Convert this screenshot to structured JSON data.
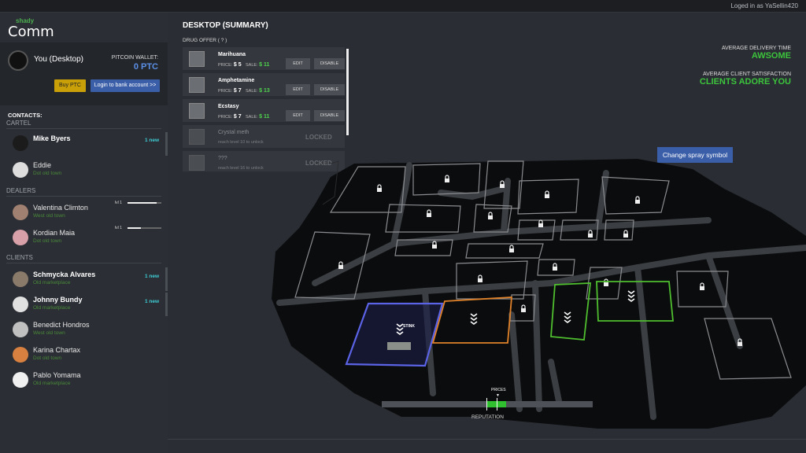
{
  "header": {
    "login_text": "Loged in as YaSellin420"
  },
  "logo": {
    "small": "shady",
    "main": "Comm"
  },
  "me": {
    "name": "You (Desktop)",
    "wallet_label": "PITCOIN WALLET:",
    "wallet_value": "0 PTC",
    "buy_label": "Buy PTC",
    "bank_label": "Login to bank account >>"
  },
  "contacts_title": "CONTACTS:",
  "sections": {
    "cartel": "CARTEL",
    "dealers": "DEALERS",
    "clients": "CLIENTS"
  },
  "cartel": [
    {
      "name": "Mike Byers",
      "location": "",
      "badge": "1 new"
    },
    {
      "name": "Eddie",
      "location": "Dot old town",
      "badge": ""
    }
  ],
  "dealers": [
    {
      "name": "Valentina Climton",
      "location": "West old town",
      "level_label": "lvl 1",
      "level": 0.85
    },
    {
      "name": "Kordian Maia",
      "location": "Dot old town",
      "level_label": "lvl 1",
      "level": 0.4
    }
  ],
  "clients": [
    {
      "name": "Schmycka Alvares",
      "location": "Old marketplace",
      "badge": "1 new"
    },
    {
      "name": "Johnny Bundy",
      "location": "Old marketplace",
      "badge": "1 new"
    },
    {
      "name": "Benedict Hondros",
      "location": "West old town",
      "badge": ""
    },
    {
      "name": "Karina Chartax",
      "location": "Dot old town",
      "badge": ""
    },
    {
      "name": "Pablo Yomama",
      "location": "Old marketplace",
      "badge": ""
    }
  ],
  "main": {
    "title": "DESKTOP (SUMMARY)",
    "offer_label": "DRUG OFFER ( ? )"
  },
  "drugs": [
    {
      "name": "Marihuana",
      "price_label": "PRICE:",
      "price": "$ 5",
      "sale_label": "SALE:",
      "sale": "$ 11",
      "edit": "EDIT",
      "disable": "DISABLE"
    },
    {
      "name": "Amphetamine",
      "price_label": "PRICE:",
      "price": "$ 7",
      "sale_label": "SALE:",
      "sale": "$ 13",
      "edit": "EDIT",
      "disable": "DISABLE"
    },
    {
      "name": "Ecstasy",
      "price_label": "PRICE:",
      "price": "$ 7",
      "sale_label": "SALE:",
      "sale": "$ 11",
      "edit": "EDIT",
      "disable": "DISABLE"
    }
  ],
  "locked_drugs": [
    {
      "name": "Crystal meth",
      "req": "reach level 10 to unlock",
      "status": "LOCKED"
    },
    {
      "name": "???",
      "req": "reach level 16 to unlock",
      "status": "LOCKED"
    }
  ],
  "stats": {
    "delivery_label": "AVERAGE DELIVERY TIME",
    "delivery_value": "AWSOME",
    "satisfaction_label": "AVERAGE CLIENT SATISFACTION",
    "satisfaction_value": "CLIENTS ADORE YOU"
  },
  "spray_label": "Change spray symbol",
  "map": {
    "district_label": "STINK",
    "prices_label": "PRICES",
    "reputation_label": "REPUTATION"
  },
  "colors": {
    "accent_blue": "#3a5ea8",
    "green": "#3cc43c",
    "yellow": "#c9a008",
    "cyan": "#3fd0d8",
    "territory_blue": "#5b63e6",
    "territory_orange": "#e0822a",
    "territory_green": "#4fbf2f"
  },
  "icons": [
    "lock-icon",
    "chevron-down-icon",
    "avatar"
  ]
}
